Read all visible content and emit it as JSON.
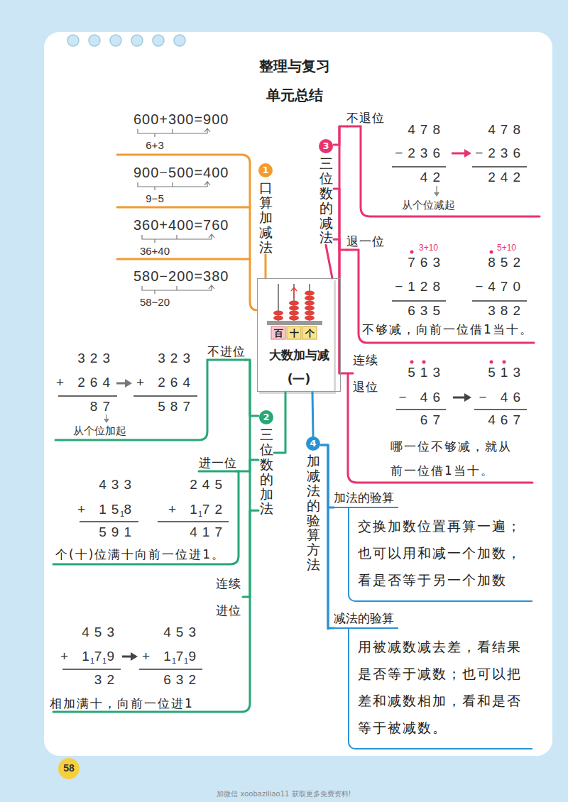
{
  "diagram": {
    "title": "整理与复习",
    "nodes": [
      {
        "text": [
          "大数加与减",
          "(一)"
        ]
      },
      {
        "text": [
          "1",
          "口算加减法"
        ]
      },
      {
        "text": [
          "2",
          "三位数的加法"
        ]
      },
      {
        "text": [
          "3",
          "三位数的减法"
        ]
      },
      {
        "text": [
          "4",
          "加减法的验算方法"
        ]
      },
      {
        "text": [
          "不进位"
        ]
      },
      {
        "text": [
          "进一位"
        ]
      },
      {
        "text": [
          "连续 进位"
        ]
      },
      {
        "text": [
          "不退位"
        ]
      },
      {
        "text": [
          "退一位"
        ]
      },
      {
        "text": [
          "连续 退位"
        ]
      },
      {
        "text": [
          "加法的验算",
          "交换加数位置再算一遍； 也可以用和减一个加数， 看是否等于另一个加数"
        ]
      },
      {
        "text": [
          "减法的验算",
          "用被减数减去差，看结果 是否等于减数；也可以把 差和减数相加，看和是否 等于被减数。"
        ]
      }
    ],
    "edges": [
      {
        "from": 0,
        "to": 1,
        "arrow": "none"
      },
      {
        "from": 0,
        "to": 2,
        "arrow": "none"
      },
      {
        "from": 0,
        "to": 3,
        "arrow": "none"
      },
      {
        "from": 0,
        "to": 4,
        "arrow": "none"
      },
      {
        "from": 2,
        "to": 5,
        "arrow": "none"
      },
      {
        "from": 2,
        "to": 6,
        "arrow": "none"
      },
      {
        "from": 2,
        "to": 7,
        "arrow": "none"
      },
      {
        "from": 3,
        "to": 8,
        "arrow": "none"
      },
      {
        "from": 3,
        "to": 9,
        "arrow": "none"
      },
      {
        "from": 3,
        "to": 10,
        "arrow": "none"
      },
      {
        "from": 4,
        "to": 11,
        "arrow": "none"
      },
      {
        "from": 4,
        "to": 12,
        "arrow": "none"
      }
    ],
    "labels": [
      "单元总结",
      "600+300=900",
      "6+3",
      "900−500=400",
      "9−5",
      "360+400=760",
      "36+40",
      "580−200=380",
      "58−20",
      "百",
      "十",
      "个",
      "478",
      "−236",
      "42",
      "478",
      "−236",
      "242",
      "从个位减起",
      "3+10",
      "763",
      "−128",
      "635",
      "5+10",
      "852",
      "−470",
      "382",
      "不够减，向前一位借1当十。",
      "513",
      "− 46",
      "67",
      "513",
      "− 46",
      "467",
      "哪一位不够减，就从 前一位借1当十。",
      "323",
      "+ 264",
      "87",
      "323",
      "+ 264",
      "587",
      "从个位加起",
      "433",
      "+ 158",
      "1",
      "591",
      "245",
      "+ 172",
      "1",
      "417",
      "个(十)位满十向前一位进1。",
      "453",
      "+ 179",
      "1",
      "1",
      "32",
      "453",
      "+ 179",
      "1",
      "1",
      "632",
      "相加满十，向前一位进1",
      "加微信 xoobaziliao11 获取更多免费资料!",
      "58"
    ]
  }
}
